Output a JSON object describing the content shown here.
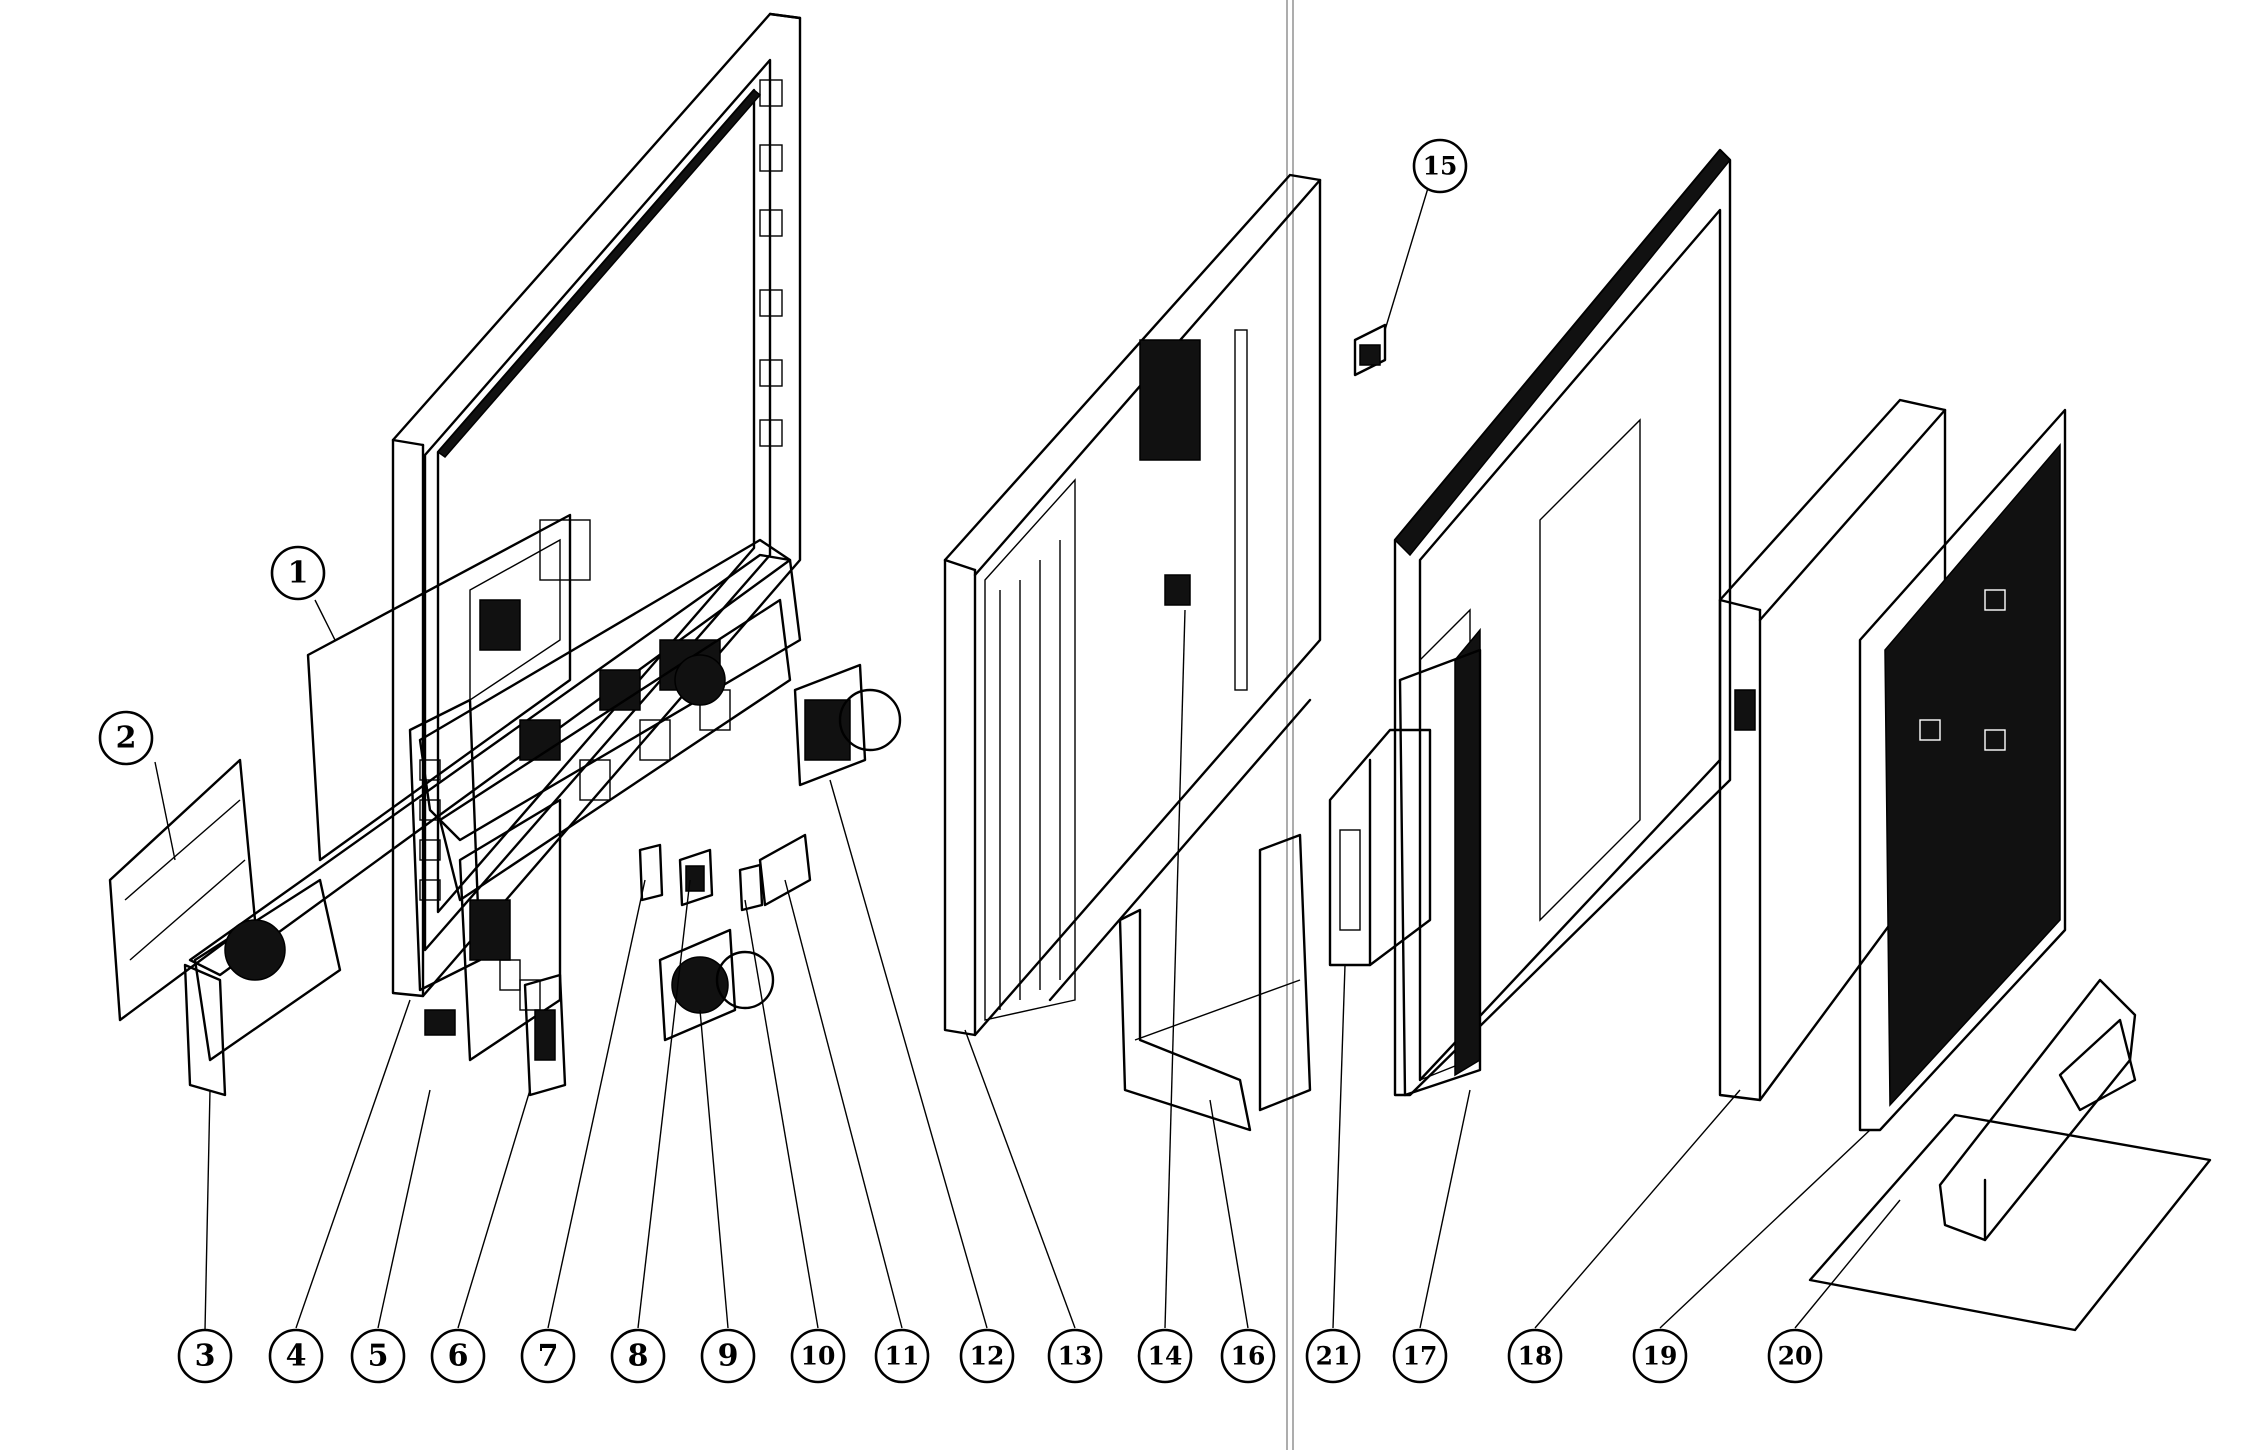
{
  "callouts": [
    {
      "id": "1",
      "label": "1"
    },
    {
      "id": "2",
      "label": "2"
    },
    {
      "id": "3",
      "label": "3"
    },
    {
      "id": "4",
      "label": "4"
    },
    {
      "id": "5",
      "label": "5"
    },
    {
      "id": "6",
      "label": "6"
    },
    {
      "id": "7",
      "label": "7"
    },
    {
      "id": "8",
      "label": "8"
    },
    {
      "id": "9",
      "label": "9"
    },
    {
      "id": "10",
      "label": "10"
    },
    {
      "id": "11",
      "label": "11"
    },
    {
      "id": "12",
      "label": "12"
    },
    {
      "id": "13",
      "label": "13"
    },
    {
      "id": "14",
      "label": "14"
    },
    {
      "id": "15",
      "label": "15"
    },
    {
      "id": "16",
      "label": "16"
    },
    {
      "id": "21",
      "label": "21"
    },
    {
      "id": "17",
      "label": "17"
    },
    {
      "id": "18",
      "label": "18"
    },
    {
      "id": "19",
      "label": "19"
    },
    {
      "id": "20",
      "label": "20"
    }
  ]
}
